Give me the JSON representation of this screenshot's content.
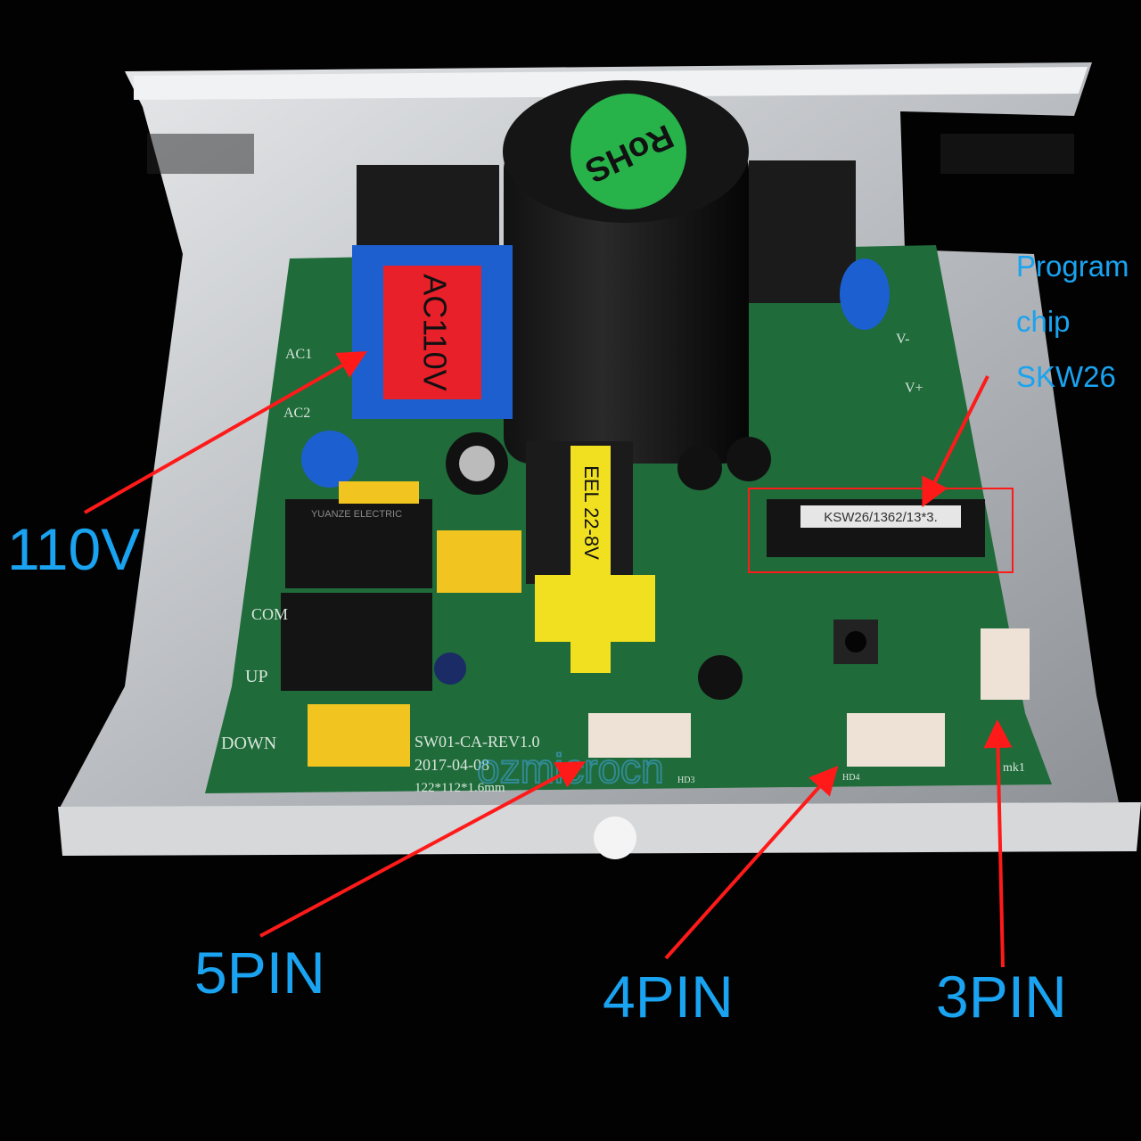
{
  "annotations": {
    "voltage": "110V",
    "program_chip": [
      "Program",
      "chip",
      "SKW26"
    ],
    "pin5": "5PIN",
    "pin4": "4PIN",
    "pin3": "3PIN"
  },
  "board": {
    "capacitor_sticker": "RoHS",
    "transformer_label": "AC110V",
    "yellow_transformer": "EEL 22-8V",
    "chip_label": "KSW26/1362/13*3.",
    "silkscreen": [
      "SW01-CA-REV1.0",
      "2017-04-08",
      "122*112*1.6mm"
    ],
    "terminal_labels": [
      "AC1",
      "AC2",
      "COM",
      "UP",
      "DOWN",
      "V-",
      "V+"
    ],
    "connector_labels": [
      "HD3",
      "HD4",
      "mk1"
    ],
    "watermark": "ozmicrocn",
    "relay_text": "YUANZE ELECTRIC"
  },
  "colors": {
    "annotation": "#1aa3f0",
    "arrow": "#ff1a1a",
    "pcb": "#1f6b3a",
    "chassis": "#c9ccd0"
  }
}
